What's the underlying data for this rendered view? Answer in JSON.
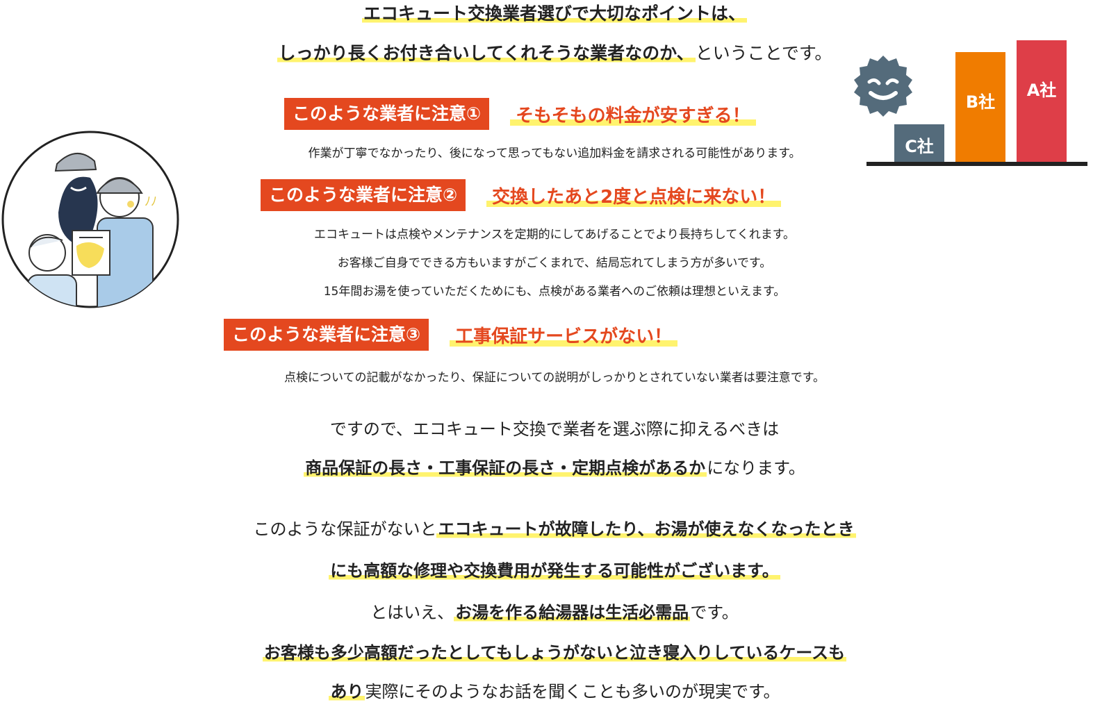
{
  "intro": {
    "line1": "エコキュート交換業者選びで大切なポイントは、",
    "line2_highlight": "しっかり長くお付き合いしてくれそうな業者なのか、",
    "line2_rest": "ということです。"
  },
  "cautions": [
    {
      "tag": "このような業者に注意①",
      "title": "そもそもの料金が安すぎる！",
      "body": [
        "作業が丁寧でなかったり、後になって思ってもない追加料金を請求される可能性があります。"
      ]
    },
    {
      "tag": "このような業者に注意②",
      "title": "交換したあと2度と点検に来ない！",
      "body": [
        "エコキュートは点検やメンテナンスを定期的にしてあげることでより長持ちしてくれます。",
        "お客様ご自身でできる方もいますがごくまれで、結局忘れてしまう方が多いです。",
        "15年間お湯を使っていただくためにも、点検がある業者へのご依頼は理想といえます。"
      ]
    },
    {
      "tag": "このような業者に注意③",
      "title": "工事保証サービスがない！",
      "body": [
        "点検についての記載がなかったり、保証についての説明がしっかりとされていない業者は要注意です。"
      ]
    }
  ],
  "summary": {
    "line1": "ですので、エコキュート交換で業者を選ぶ際に抑えるべきは",
    "line2_highlight": "商品保証の長さ・工事保証の長さ・定期点検があるか",
    "line2_rest": "になります。"
  },
  "closing": {
    "line1_plain": "このような保証がないと",
    "line1_highlight": "エコキュートが故障したり、お湯が使えなくなったとき",
    "line2_highlight": "にも高額な修理や交換費用が発生する可能性がございます。",
    "line3_plain1": "とはいえ、",
    "line3_highlight": "お湯を作る給湯器は生活必需品",
    "line3_plain2": "です。",
    "line4_highlight": "お客様も多少高額だったとしてもしょうがないと泣き寝入りしているケースも",
    "line5_highlight": "あり",
    "line5_plain": "実際にそのようなお話を聞くことも多いのが現実です。"
  },
  "price_chart": {
    "bars": [
      {
        "label": "C社",
        "color": "#546b7b",
        "relative_height": 0.31
      },
      {
        "label": "B社",
        "color": "#f07c00",
        "relative_height": 0.9
      },
      {
        "label": "A社",
        "color": "#de3e48",
        "relative_height": 1.0
      }
    ],
    "badge_icon": "sneaky-face-seal-icon"
  },
  "illustration": {
    "icon": "shady-contractor-illustration"
  }
}
